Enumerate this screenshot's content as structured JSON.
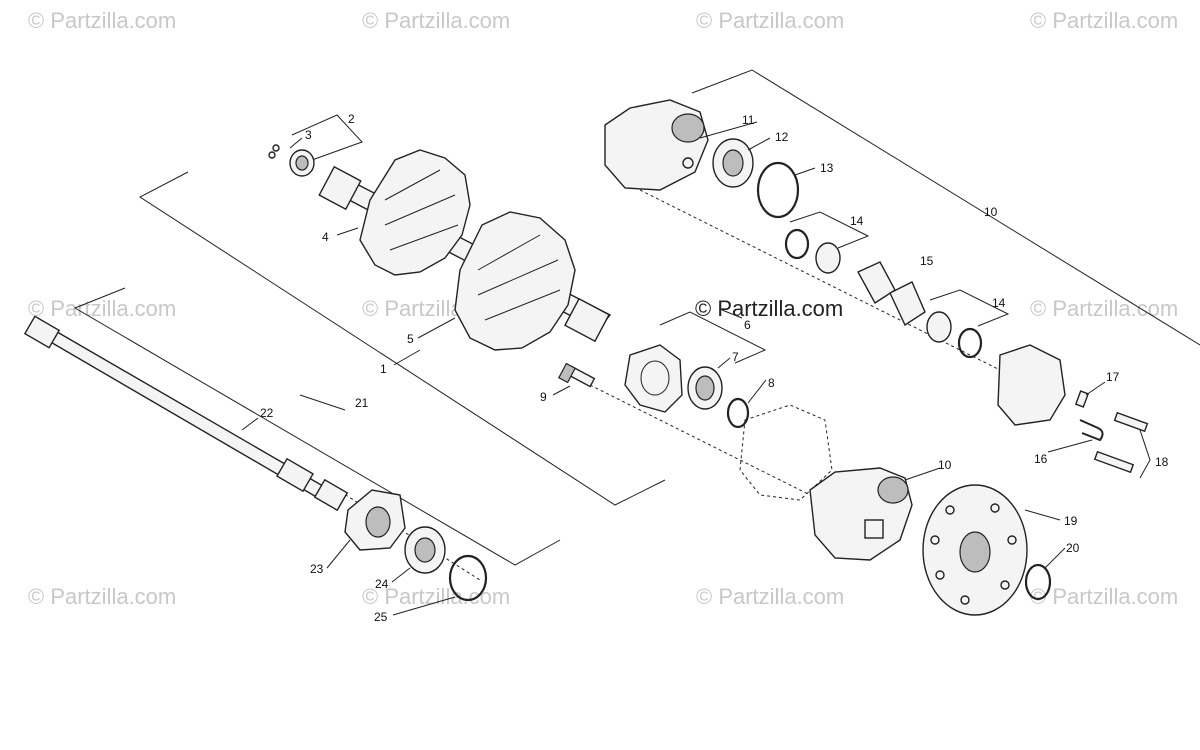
{
  "watermark": {
    "text": "© Partzilla.com",
    "center_text": "© Partzilla.com"
  },
  "callouts": {
    "c1": "1",
    "c2": "2",
    "c3": "3",
    "c4": "4",
    "c5": "5",
    "c6": "6",
    "c7": "7",
    "c8": "8",
    "c9": "9",
    "c10a": "10",
    "c10b": "10",
    "c11": "11",
    "c12": "12",
    "c13": "13",
    "c14a": "14",
    "c14b": "14",
    "c15": "15",
    "c16": "16",
    "c17": "17",
    "c18": "18",
    "c19": "19",
    "c20": "20",
    "c21": "21",
    "c22": "22",
    "c23": "23",
    "c24": "24",
    "c25": "25"
  }
}
